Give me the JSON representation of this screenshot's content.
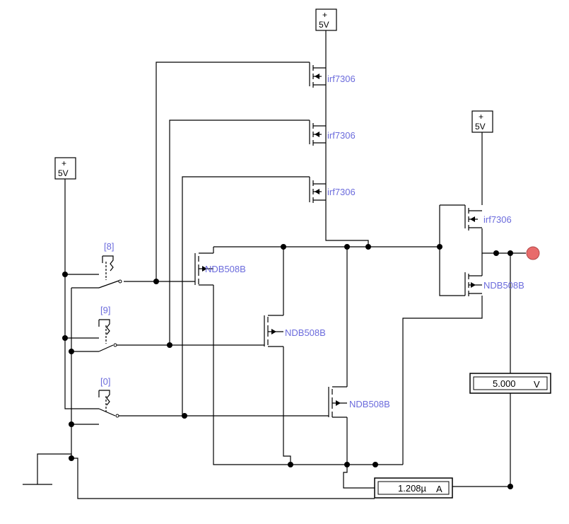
{
  "sources": [
    {
      "id": "src-top",
      "plus": "+",
      "label": "5V"
    },
    {
      "id": "src-right",
      "plus": "+",
      "label": "5V"
    },
    {
      "id": "src-left",
      "plus": "+",
      "label": "5V"
    }
  ],
  "pmos_label": "irf7306",
  "nmos_label": "NDB508B",
  "switch_keys": [
    "[8]",
    "[9]",
    "[0]"
  ],
  "voltmeter": {
    "value": "5.000",
    "unit": "V"
  },
  "ammeter": {
    "value": "1.208µ",
    "unit": "A"
  },
  "colors": {
    "wire": "#000000",
    "label": "#6b6bdc",
    "probe": "#e86b6b"
  }
}
